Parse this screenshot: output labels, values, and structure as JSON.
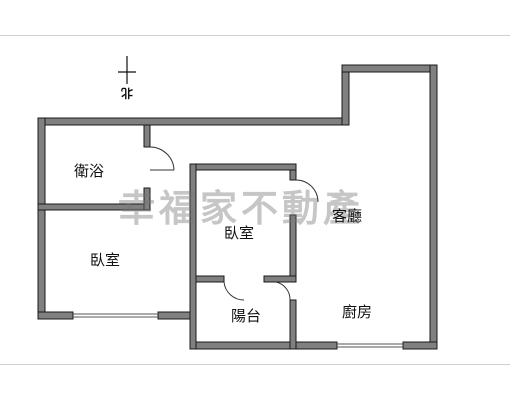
{
  "plan": {
    "north_label": "北",
    "watermark": "幸福家不動產",
    "rooms": {
      "bathroom": "衛浴",
      "bedroom_left": "臥室",
      "bedroom_center": "臥室",
      "living_room": "客廳",
      "balcony": "陽台",
      "kitchen": "廚房"
    },
    "colors": {
      "wall": "#808080",
      "wall_outline": "#1a1a1a",
      "window": "#555555"
    }
  }
}
